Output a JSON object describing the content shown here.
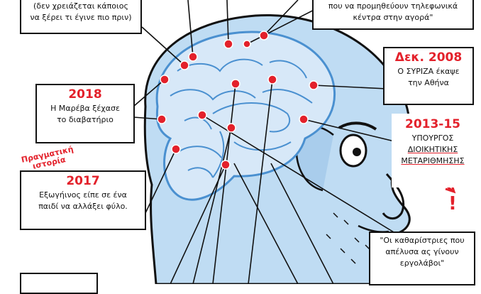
{
  "colors": {
    "skin": "#bfdcf3",
    "skin_dark": "#4a90d0",
    "ink": "#111111",
    "accent": "#e3212b",
    "brain": "#d7e8f8"
  },
  "callouts": {
    "top_left": {
      "line1": "(δεν χρειάζεται κάποιος",
      "line2": "να ξέρει τι έγινε πιο πριν)"
    },
    "top_right": {
      "line1": "που να προμηθεύουν τηλεφωνικά",
      "line2": "κέντρα στην αγορά\""
    },
    "dec2008": {
      "year": "Δεκ. 2008",
      "line1": "Ο ΣΥΡΙΖΑ έκαψε",
      "line2": "την Αθήνα"
    },
    "y2018": {
      "year": "2018",
      "line1": "Η Μαρέβα ξέχασε",
      "line2": "το διαβατήριο"
    },
    "y2013": {
      "year": "2013-15",
      "line1": "ΥΠΟΥΡΓΟΣ",
      "line2": "ΔΙΟΙΚΗΤΙΚΗΣ",
      "line3": "ΜΕΤΑΡΙΘΜΗΣΗΣ"
    },
    "y2017": {
      "year": "2017",
      "line1": "Εξωγήινος είπε σε ένα",
      "line2": "παιδί να αλλάξει φύλο."
    },
    "quote": {
      "line1": "\"Οι καθαρίστριες που",
      "line2": "απέλυσα ας γίνουν",
      "line3": "εργολάβοι\""
    }
  },
  "annotation": {
    "line1": "Πραγματική",
    "line2": "ιστορία"
  },
  "exclamation": "!"
}
